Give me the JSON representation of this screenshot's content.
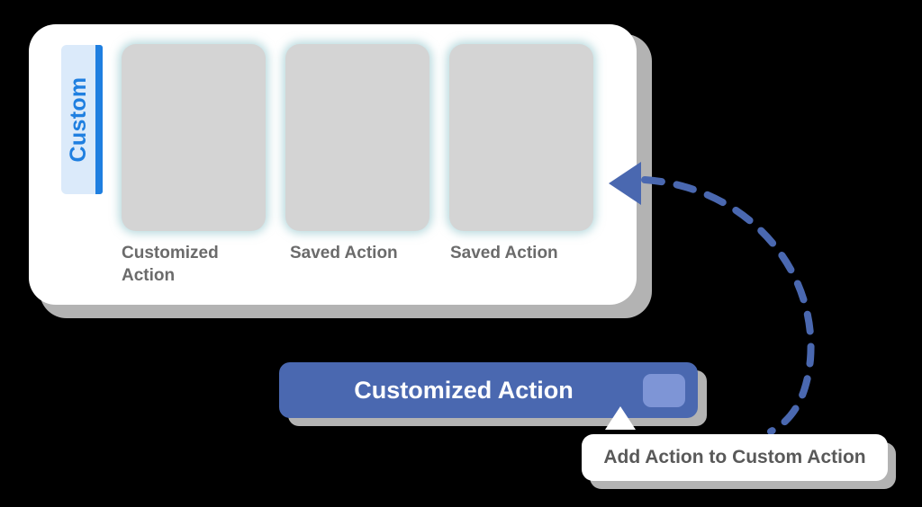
{
  "panel": {
    "tab": {
      "label": "Custom",
      "text_color": "#1f7fe0",
      "background_color": "#dbeafa",
      "accent_bar_color": "#1f7fe0"
    },
    "cards": [
      {
        "label": "Customized Action",
        "icon": "action-card-placeholder"
      },
      {
        "label": "Saved Action",
        "icon": "action-card-placeholder"
      },
      {
        "label": "Saved Action",
        "icon": "action-card-placeholder"
      }
    ],
    "card_color": "#d4d4d4",
    "card_label_color": "#6b6b6b",
    "background_color": "#ffffff"
  },
  "action_bar": {
    "label": "Customized Action",
    "background_color": "#4a68b0",
    "text_color": "#ffffff",
    "square_icon": "add-square-icon",
    "square_color": "#7e95d6"
  },
  "tooltip": {
    "text": "Add Action to Custom Action",
    "background_color": "#ffffff",
    "text_color": "#595959"
  },
  "callout_arrow": {
    "icon": "curved-dashed-arrow-icon",
    "color": "#4a68b0",
    "style": "dashed",
    "direction": "left"
  },
  "canvas": {
    "background_color": "#000000",
    "shadow_color": "#b3b3b3"
  }
}
